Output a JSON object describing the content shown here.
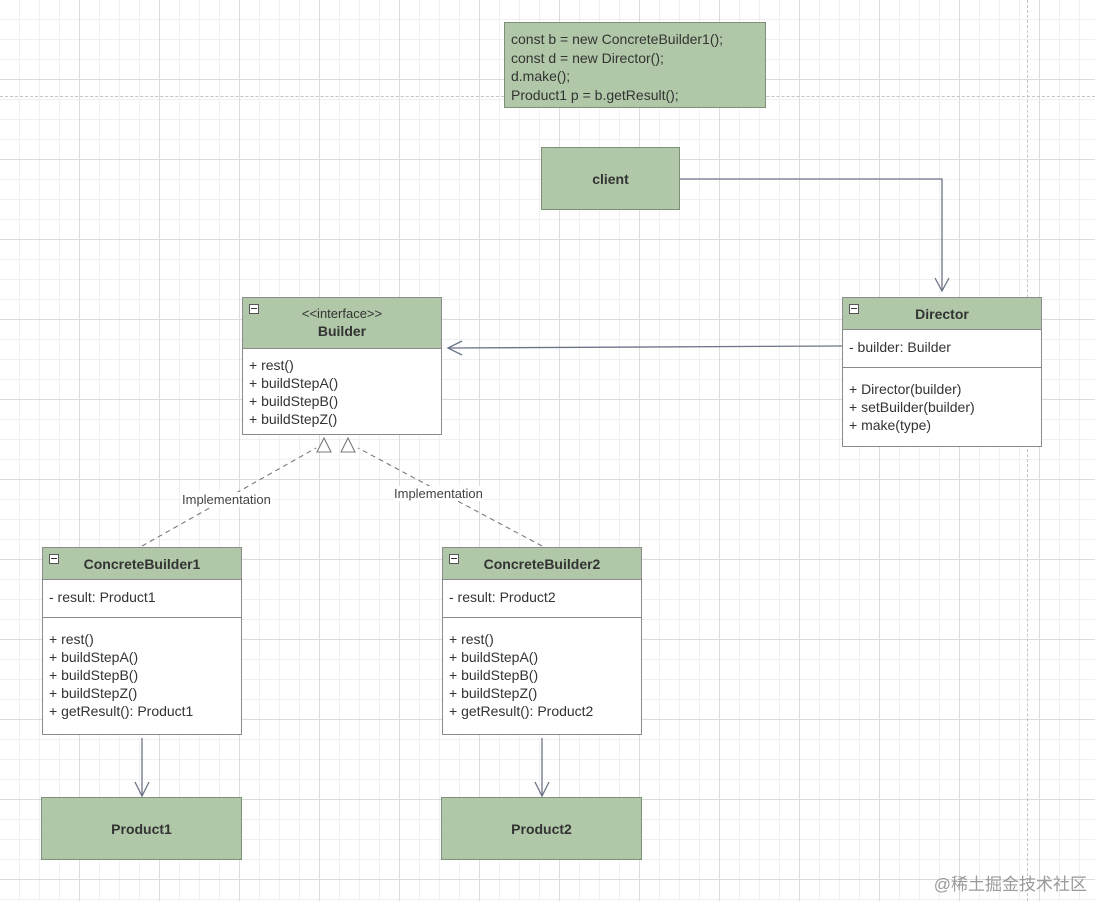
{
  "note": {
    "lines": [
      "const b = new ConcreteBuilder1();",
      "const d = new Director();",
      "d.make();",
      "Product1 p = b.getResult();"
    ]
  },
  "client": {
    "label": "client"
  },
  "builder": {
    "stereotype": "<<interface>>",
    "name": "Builder",
    "methods": [
      "+ rest()",
      "+ buildStepA()",
      "+ buildStepB()",
      "+ buildStepZ()"
    ]
  },
  "director": {
    "name": "Director",
    "fields": [
      "- builder: Builder"
    ],
    "methods": [
      "+ Director(builder)",
      "+ setBuilder(builder)",
      "+ make(type)"
    ]
  },
  "concrete1": {
    "name": "ConcreteBuilder1",
    "fields": [
      "- result: Product1"
    ],
    "methods": [
      "+ rest()",
      "+ buildStepA()",
      "+ buildStepB()",
      "+ buildStepZ()",
      "+ getResult(): Product1"
    ]
  },
  "concrete2": {
    "name": "ConcreteBuilder2",
    "fields": [
      "- result: Product2"
    ],
    "methods": [
      "+ rest()",
      "+ buildStepA()",
      "+ buildStepB()",
      "+ buildStepZ()",
      "+ getResult(): Product2"
    ]
  },
  "product1": {
    "label": "Product1"
  },
  "product2": {
    "label": "Product2"
  },
  "edges": {
    "impl1_label": "Implementation",
    "impl2_label": "Implementation"
  },
  "watermark": "@稀土掘金技术社区",
  "colors": {
    "node_fill": "#b0c8a8",
    "arrow": "#6d7489",
    "class_border": "#8a8a8a"
  }
}
